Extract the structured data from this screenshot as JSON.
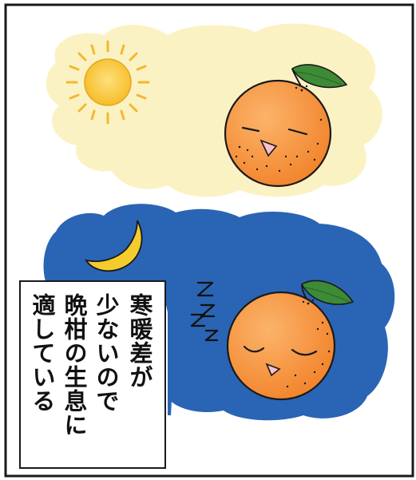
{
  "caption": {
    "columns": [
      "寒暖差が",
      "少ないので",
      "晩柑の生息に",
      "適している"
    ]
  },
  "illustration": {
    "sun_color": "#f7c331",
    "sky_day_color": "#fbf2c4",
    "sky_night_color": "#2a64b4",
    "moon_color": "#f5cc2e",
    "orange_color": "#f7953a",
    "leaf_color": "#3d8a37",
    "sleep_letters": [
      "Z",
      "Z",
      "Z",
      "z"
    ]
  }
}
